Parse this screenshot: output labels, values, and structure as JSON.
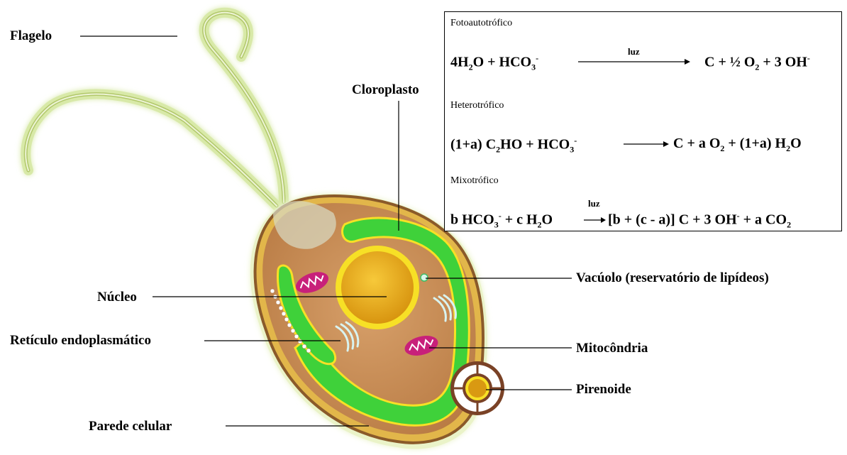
{
  "labels": {
    "flagelo": "Flagelo",
    "cloroplasto": "Cloroplasto",
    "nucleo": "Núcleo",
    "reticulo": "Retículo endoplasmático",
    "parede": "Parede celular",
    "vacuolo": "Vacúolo (reservatório de lipídeos)",
    "mitocondria": "Mitocôndria",
    "pirenoide": "Pirenoide"
  },
  "reactions": {
    "fotoautotrofico": {
      "title": "Fotoautotrófico",
      "luz": "luz",
      "lhs": {
        "a": "4H",
        "a_sub": "2",
        "b": "O + HCO",
        "b_sub": "3",
        "b_sup": "-"
      },
      "rhs": {
        "a": "C + ½ O",
        "a_sub": "2",
        "b": " + 3 OH",
        "b_sup": "-"
      }
    },
    "heterotrofico": {
      "title": "Heterotrófico",
      "lhs": {
        "a": "(1+a) C",
        "a_sub": "2",
        "b": "HO + HCO",
        "b_sub": "3",
        "b_sup": "-"
      },
      "rhs": {
        "a": "C + a O",
        "a_sub": "2",
        "b": " + (1+a) H",
        "b_sub": "2",
        "c": "O"
      }
    },
    "mixotrofico": {
      "title": "Mixotrófico",
      "luz": "luz",
      "lhs": {
        "a": "b HCO",
        "a_sub": "3",
        "a_sup": "-",
        "b": " + c H",
        "b_sub": "2",
        "c": "O"
      },
      "rhs": {
        "a": "[b + (c - a)] C + 3 OH",
        "a_sup": "-",
        "b": " + a CO",
        "b_sub": "2"
      }
    }
  },
  "colors": {
    "chloroplast": "#3fd13a",
    "cytoplasm": "#c88a52",
    "nucleus": "#f1b51b",
    "nucleus_ring": "#f7e026",
    "mitochondria": "#c8207a",
    "flagellum": "#a8c060"
  }
}
